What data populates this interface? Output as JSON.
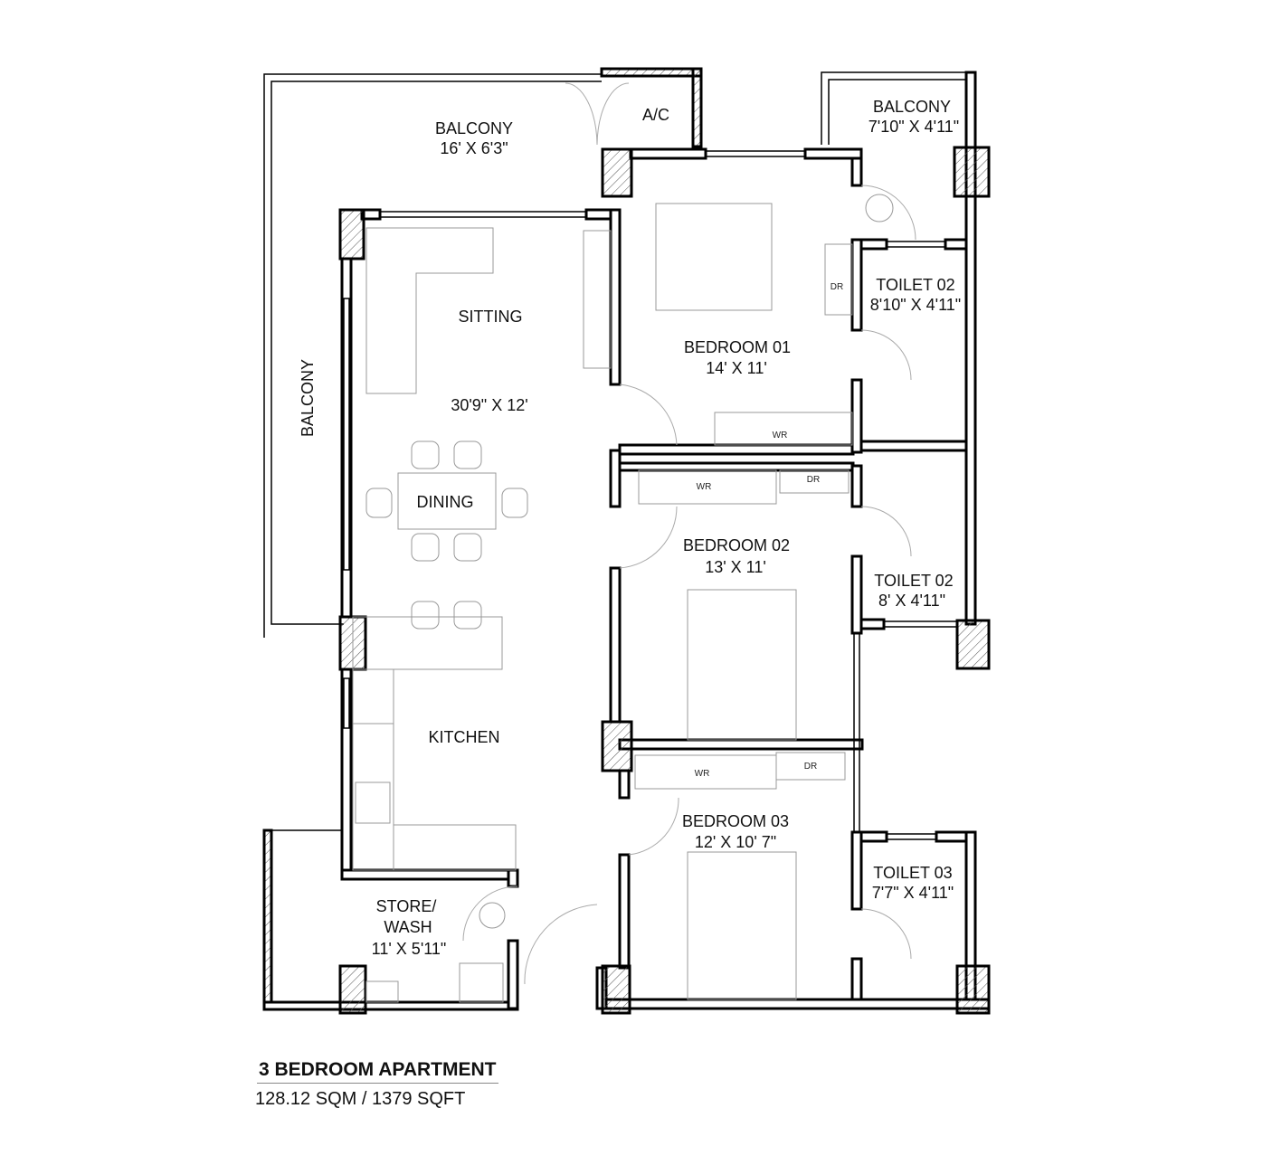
{
  "plan": {
    "title": "3 BEDROOM APARTMENT",
    "area": "128.12 SQM / 1379 SQFT",
    "rooms": {
      "balcony_main": {
        "name": "BALCONY",
        "size": "16' X 6'3\""
      },
      "ac": {
        "name": "A/C"
      },
      "balcony_right": {
        "name": "BALCONY",
        "size": "7'10\" X 4'11\""
      },
      "balcony_side": {
        "name": "BALCONY"
      },
      "sitting": {
        "name": "SITTING"
      },
      "living_size": {
        "size": "30'9\" X 12'"
      },
      "dining": {
        "name": "DINING"
      },
      "kitchen": {
        "name": "KITCHEN"
      },
      "store": {
        "name1": "STORE/",
        "name2": "WASH",
        "size": "11' X 5'11\""
      },
      "bedroom01": {
        "name": "BEDROOM 01",
        "size": "14' X 11'"
      },
      "bedroom02": {
        "name": "BEDROOM 02",
        "size": "13' X 11'"
      },
      "bedroom03": {
        "name": "BEDROOM 03",
        "size": "12' X 10' 7\""
      },
      "toilet02a": {
        "name": "TOILET 02",
        "size": "8'10\" X 4'11\""
      },
      "toilet02b": {
        "name": "TOILET 02",
        "size": "8' X 4'11\""
      },
      "toilet03": {
        "name": "TOILET 03",
        "size": "7'7\" X 4'11\""
      }
    },
    "fixtures": {
      "dr": "DR",
      "wr": "WR"
    }
  }
}
